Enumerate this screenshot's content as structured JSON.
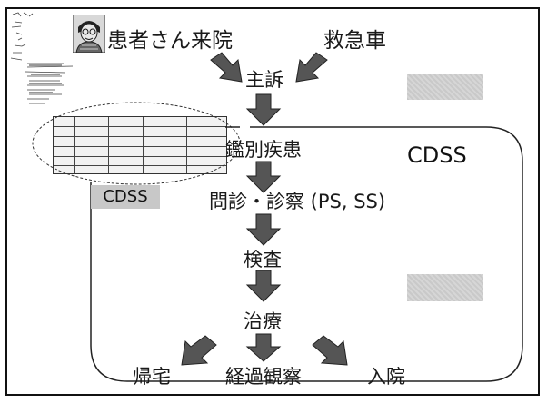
{
  "nodes": {
    "patient": "患者さん来院",
    "ambulance": "救急車",
    "complaint": "主訴",
    "differential": "鑑別疾患",
    "interview": "問診・診察 (PS, SS)",
    "tests": "検査",
    "treatment": "治療",
    "home": "帰宅",
    "observation": "経過観察",
    "admission": "入院"
  },
  "cdss_labels": {
    "region": "CDSS",
    "tag": "CDSS"
  },
  "colors": {
    "arrow": "#555555",
    "arrow_edge": "#222222",
    "frame": "#111111",
    "tag_bg": "#c8c8c8"
  },
  "icons": {
    "avatar": "person-portrait-icon",
    "table": "data-table-thumbnail",
    "notes": "handwritten-notes"
  }
}
